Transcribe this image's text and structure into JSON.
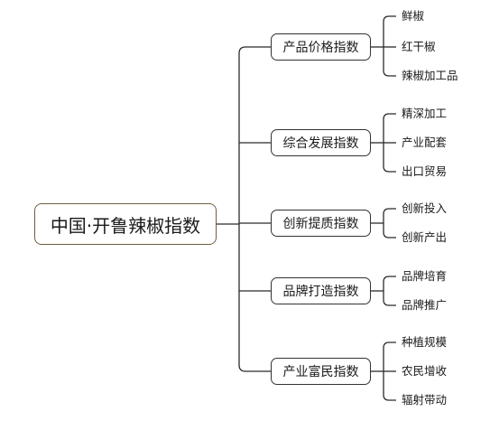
{
  "root": {
    "label": "中国·开鲁辣椒指数"
  },
  "branches": [
    {
      "label": "产品价格指数",
      "children": [
        "鲜椒",
        "红干椒",
        "辣椒加工品"
      ]
    },
    {
      "label": "综合发展指数",
      "children": [
        "精深加工",
        "产业配套",
        "出口贸易"
      ]
    },
    {
      "label": "创新提质指数",
      "children": [
        "创新投入",
        "创新产出"
      ]
    },
    {
      "label": "品牌打造指数",
      "children": [
        "品牌培育",
        "品牌推广"
      ]
    },
    {
      "label": "产业富民指数",
      "children": [
        "种植规模",
        "农民增收",
        "辐射带动"
      ]
    }
  ]
}
